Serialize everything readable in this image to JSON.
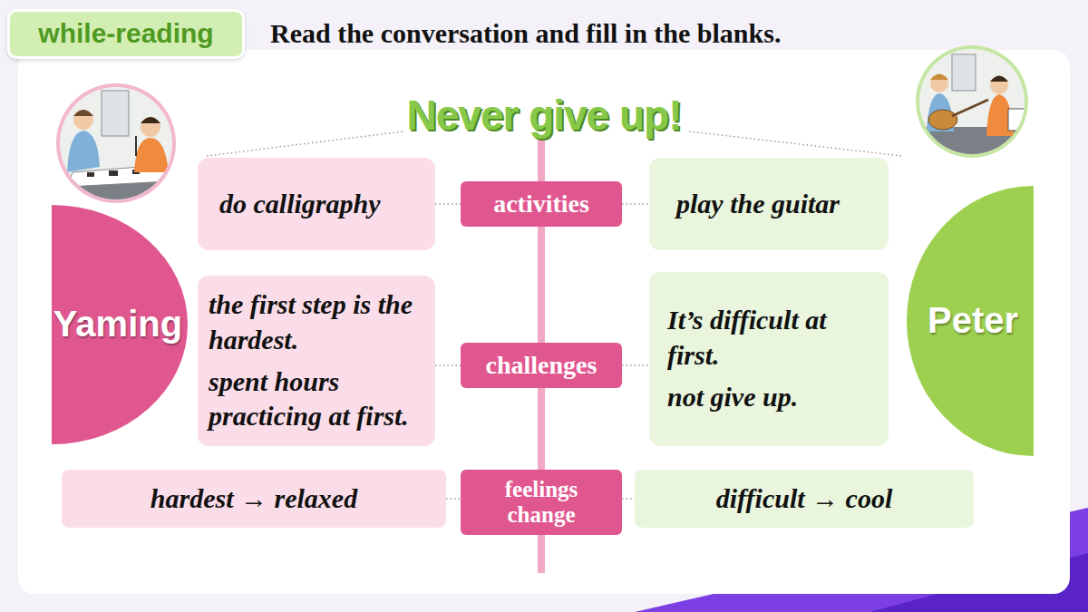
{
  "diagram": {
    "title": "Never give up!",
    "nodes": [
      {
        "text": [
          "while-reading"
        ]
      },
      {
        "text": [
          "Yaming"
        ]
      },
      {
        "text": [
          "do calligraphy"
        ]
      },
      {
        "text": [
          "activities"
        ]
      },
      {
        "text": [
          "play the guitar"
        ]
      },
      {
        "text": [
          "Peter"
        ]
      },
      {
        "text": [
          "the first step is the hardest.",
          "spent hours practicing at first."
        ]
      },
      {
        "text": [
          "challenges"
        ]
      },
      {
        "text": [
          "It’s difficult at first.",
          "not give up."
        ]
      },
      {
        "text": [
          "hardest → relaxed"
        ]
      },
      {
        "text": [
          "feelings change"
        ]
      },
      {
        "text": [
          "difficult → cool"
        ]
      }
    ],
    "edges": [
      {
        "from": 2,
        "to": 3,
        "arrow": "none"
      },
      {
        "from": 3,
        "to": 4,
        "arrow": "none"
      },
      {
        "from": 6,
        "to": 7,
        "arrow": "none"
      },
      {
        "from": 7,
        "to": 8,
        "arrow": "none"
      },
      {
        "from": 9,
        "to": 10,
        "arrow": "none"
      },
      {
        "from": 10,
        "to": 11,
        "arrow": "none"
      }
    ],
    "labels": [
      "Read the conversation and fill in the blanks."
    ]
  }
}
